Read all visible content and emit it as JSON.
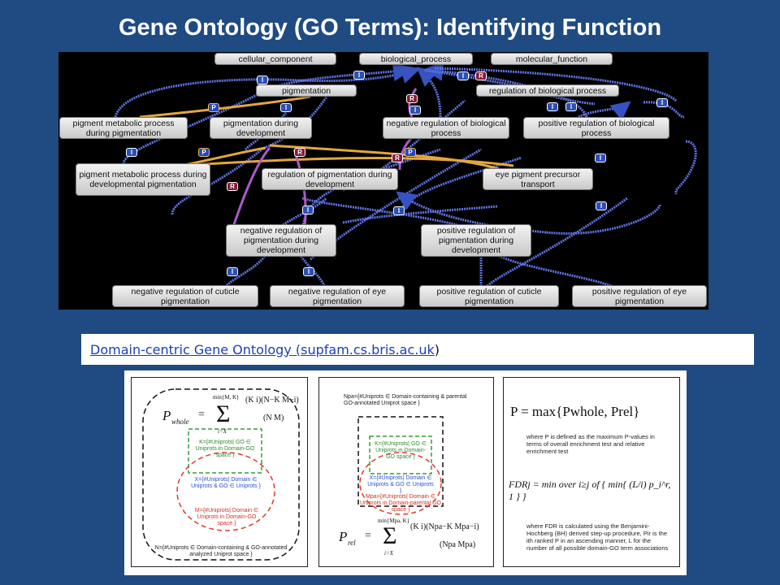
{
  "title": "Gene Ontology (GO Terms): Identifying Function",
  "diagram": {
    "nodes": {
      "cellular_component": "cellular_component",
      "biological_process": "biological_process",
      "molecular_function": "molecular_function",
      "pigmentation": "pigmentation",
      "regulation_of_biological_process": "regulation of biological process",
      "pigment_metabolic_process_during_pigmentation": "pigment metabolic process during pigmentation",
      "pigmentation_during_development": "pigmentation during development",
      "negative_regulation_of_biological_process": "negative regulation of biological process",
      "positive_regulation_of_biological_process": "positive regulation of biological process",
      "pigment_metabolic_process_during_developmental_pigmentation": "pigment metabolic process during developmental pigmentation",
      "regulation_of_pigmentation_during_development": "regulation of pigmentation during development",
      "eye_pigment_precursor_transport": "eye pigment precursor transport",
      "negative_regulation_of_pigmentation_during_development": "negative regulation of pigmentation during development",
      "positive_regulation_of_pigmentation_during_development": "positive regulation of pigmentation during development",
      "negative_regulation_of_cuticle_pigmentation": "negative regulation of cuticle pigmentation",
      "negative_regulation_of_eye_pigmentation": "negative regulation of eye pigmentation",
      "positive_regulation_of_cuticle_pigmentation": "positive regulation of cuticle pigmentation",
      "positive_regulation_of_eye_pigmentation": "positive regulation of eye pigmentation"
    },
    "badges": {
      "is_a": "I",
      "part_of": "P",
      "regulates": "R"
    },
    "colors": {
      "is_a_edge": "#3d5bd6",
      "part_of_edge": "#f0b040",
      "regulates_edge": "#b040b0",
      "background": "#000000"
    }
  },
  "link": {
    "text": "Domain-centric Gene Ontology (supfam.cs.bris.ac.uk",
    "suffix": " )"
  },
  "formulas": {
    "p_whole_label": "P",
    "p_whole_sub": "whole",
    "sum_upper": "min{M, K}",
    "sum_lower": "i=X",
    "k_def": "K={#Uniprots| GO ∈ Uniprots in Domain-GO space }",
    "x_def": "X={#Uniprots| Domain ∈ Uniprots & GO ∈ Uniprots }",
    "m_def": "M={#Uniprots| Domain ∈ Uniprots in Domain-GO space }",
    "n_def": "N={#Uniprots ∈ Domain-containing & GO-annotated analyzed Uniprot space }",
    "npa_def": "Npa={#Uniprots ∈ Domain-containing & parental GO-annotated Uniprot space }",
    "k_def_2": "K={#Uniprots| GO ∈ Uniprots in Domain-GO space }",
    "x_def_2": "X={#Uniprots| Domain ∈ Uniprots & GO ∈ Uniprots }",
    "mpa_def": "Mpa={#Uniprots| Domain ∈ Uniprots in Domain-parental GO space }",
    "p_rel_label": "P",
    "p_rel_sub": "rel",
    "sum_upper_2": "min{Mpa, K}",
    "p_max": "P = max{Pwhole, Prel}",
    "p_max_note": "where P is defined as the maximum P-values in terms of overall enrichment test and relative enrichment test",
    "fdr": "FDRj = min over i≥j of { min{ (L/i) p_i^r, 1 } }",
    "fdr_note": "where FDR is calculated using the Benjamini-Hochberg (BH) derived step-up procedure, Pir is the ith ranked P in an ascending manner, L for the number of all possible domain-GO term associations"
  }
}
